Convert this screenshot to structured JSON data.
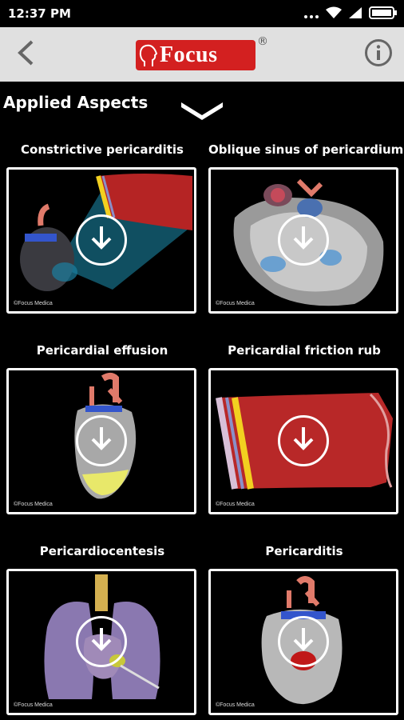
{
  "status": {
    "time": "12:37 PM"
  },
  "header": {
    "logo_text": "Focus",
    "logo_reg": "®"
  },
  "section": {
    "title": "Applied Aspects"
  },
  "cards": [
    {
      "title": "Constrictive pericarditis",
      "credit": "©Focus Medica"
    },
    {
      "title": "Oblique sinus of pericardium",
      "credit": "©Focus Medica"
    },
    {
      "title": "Pericardial effusion",
      "credit": "©Focus Medica"
    },
    {
      "title": "Pericardial friction rub",
      "credit": "©Focus Medica"
    },
    {
      "title": "Pericardiocentesis",
      "credit": "©Focus Medica"
    },
    {
      "title": "Pericarditis",
      "credit": "©Focus Medica"
    }
  ],
  "icons": {
    "back": "back-arrow-icon",
    "info": "info-icon",
    "expand": "chevron-down-icon",
    "download": "download-icon"
  }
}
